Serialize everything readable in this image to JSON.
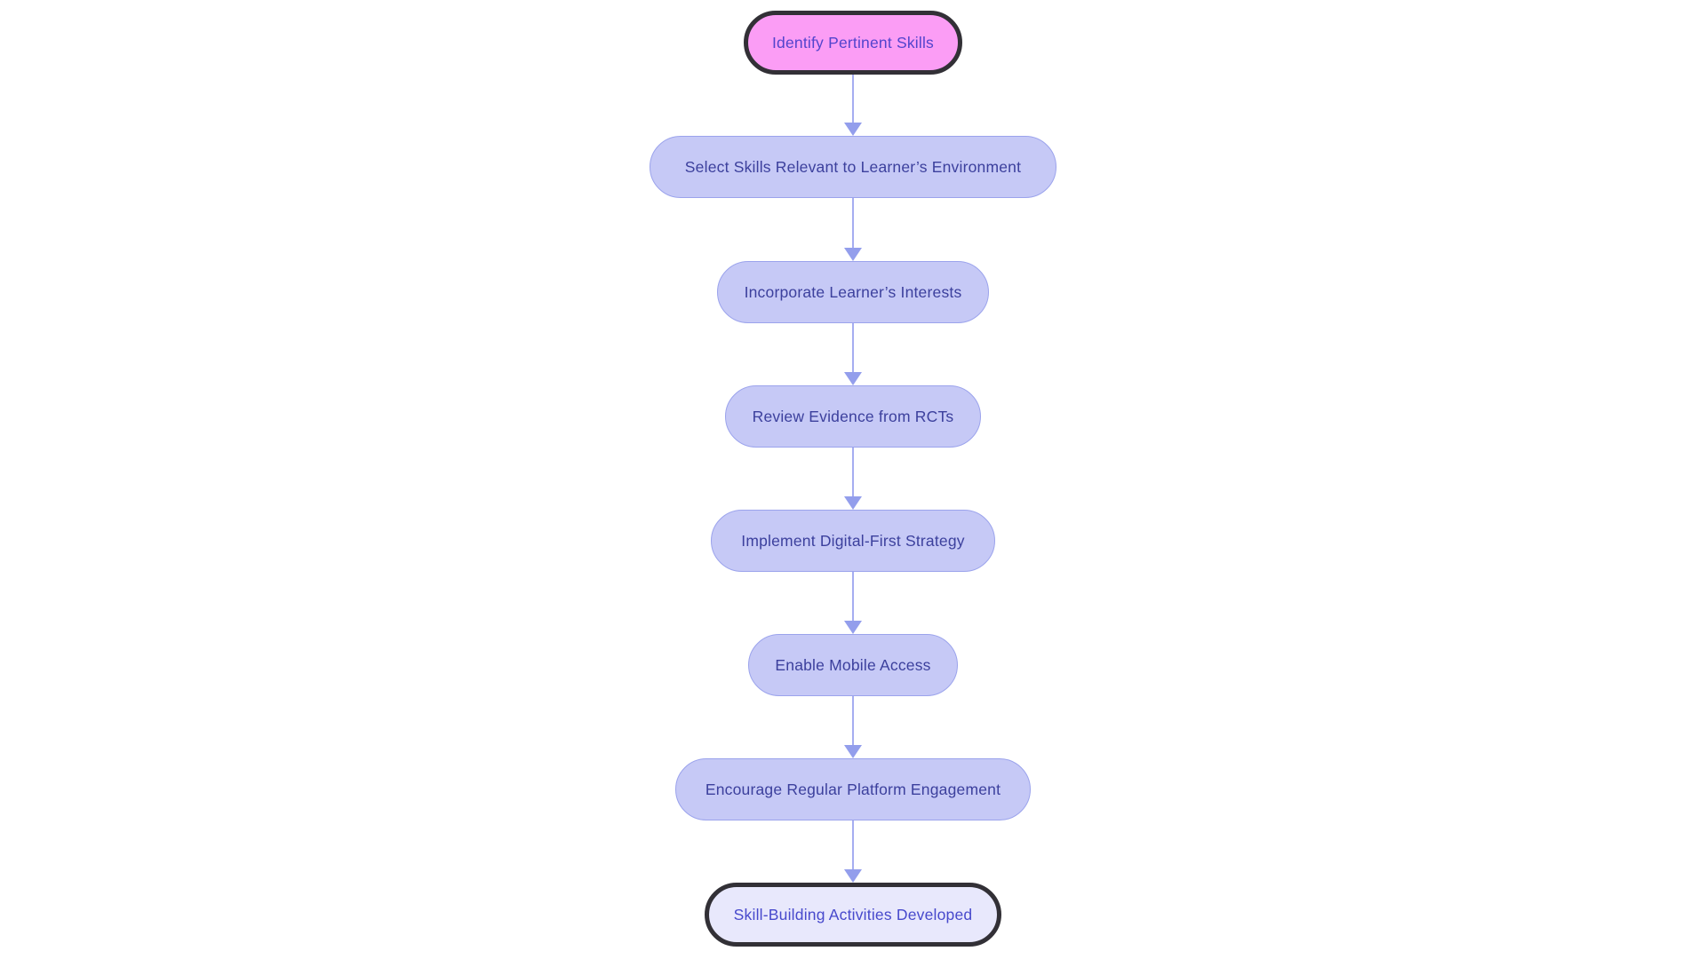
{
  "diagram": {
    "type": "flowchart",
    "direction": "top-to-bottom",
    "background": "#ffffff",
    "arrow": {
      "line_color": "#a6adf1",
      "head_color": "#939eec"
    },
    "nodes": [
      {
        "id": "start",
        "label": "Identify Pertinent Skills",
        "shape": "pill",
        "role": "start",
        "fill": "#fb9df5",
        "border": "#323036",
        "text_color": "#5244cd"
      },
      {
        "id": "n2",
        "label": "Select Skills Relevant to Learner’s Environment",
        "shape": "pill",
        "role": "process",
        "fill": "#c6c9f6",
        "border": "#9ba3ec",
        "text_color": "#3c409d"
      },
      {
        "id": "n3",
        "label": "Incorporate Learner’s Interests",
        "shape": "pill",
        "role": "process",
        "fill": "#c6c9f6",
        "border": "#9ba3ec",
        "text_color": "#3c409d"
      },
      {
        "id": "n4",
        "label": "Review Evidence from RCTs",
        "shape": "pill",
        "role": "process",
        "fill": "#c6c9f6",
        "border": "#9ba3ec",
        "text_color": "#3c409d"
      },
      {
        "id": "n5",
        "label": "Implement Digital-First Strategy",
        "shape": "pill",
        "role": "process",
        "fill": "#c6c9f6",
        "border": "#9ba3ec",
        "text_color": "#3c409d"
      },
      {
        "id": "n6",
        "label": "Enable Mobile Access",
        "shape": "pill",
        "role": "process",
        "fill": "#c6c9f6",
        "border": "#9ba3ec",
        "text_color": "#3c409d"
      },
      {
        "id": "n7",
        "label": "Encourage Regular Platform Engagement",
        "shape": "pill",
        "role": "process",
        "fill": "#c6c9f6",
        "border": "#9ba3ec",
        "text_color": "#3c409d"
      },
      {
        "id": "end",
        "label": "Skill-Building Activities Developed",
        "shape": "pill",
        "role": "end",
        "fill": "#e8e8fc",
        "border": "#323036",
        "text_color": "#4749cc"
      }
    ],
    "edges": [
      {
        "from": "start",
        "to": "n2"
      },
      {
        "from": "n2",
        "to": "n3"
      },
      {
        "from": "n3",
        "to": "n4"
      },
      {
        "from": "n4",
        "to": "n5"
      },
      {
        "from": "n5",
        "to": "n6"
      },
      {
        "from": "n6",
        "to": "n7"
      },
      {
        "from": "n7",
        "to": "end"
      }
    ]
  }
}
